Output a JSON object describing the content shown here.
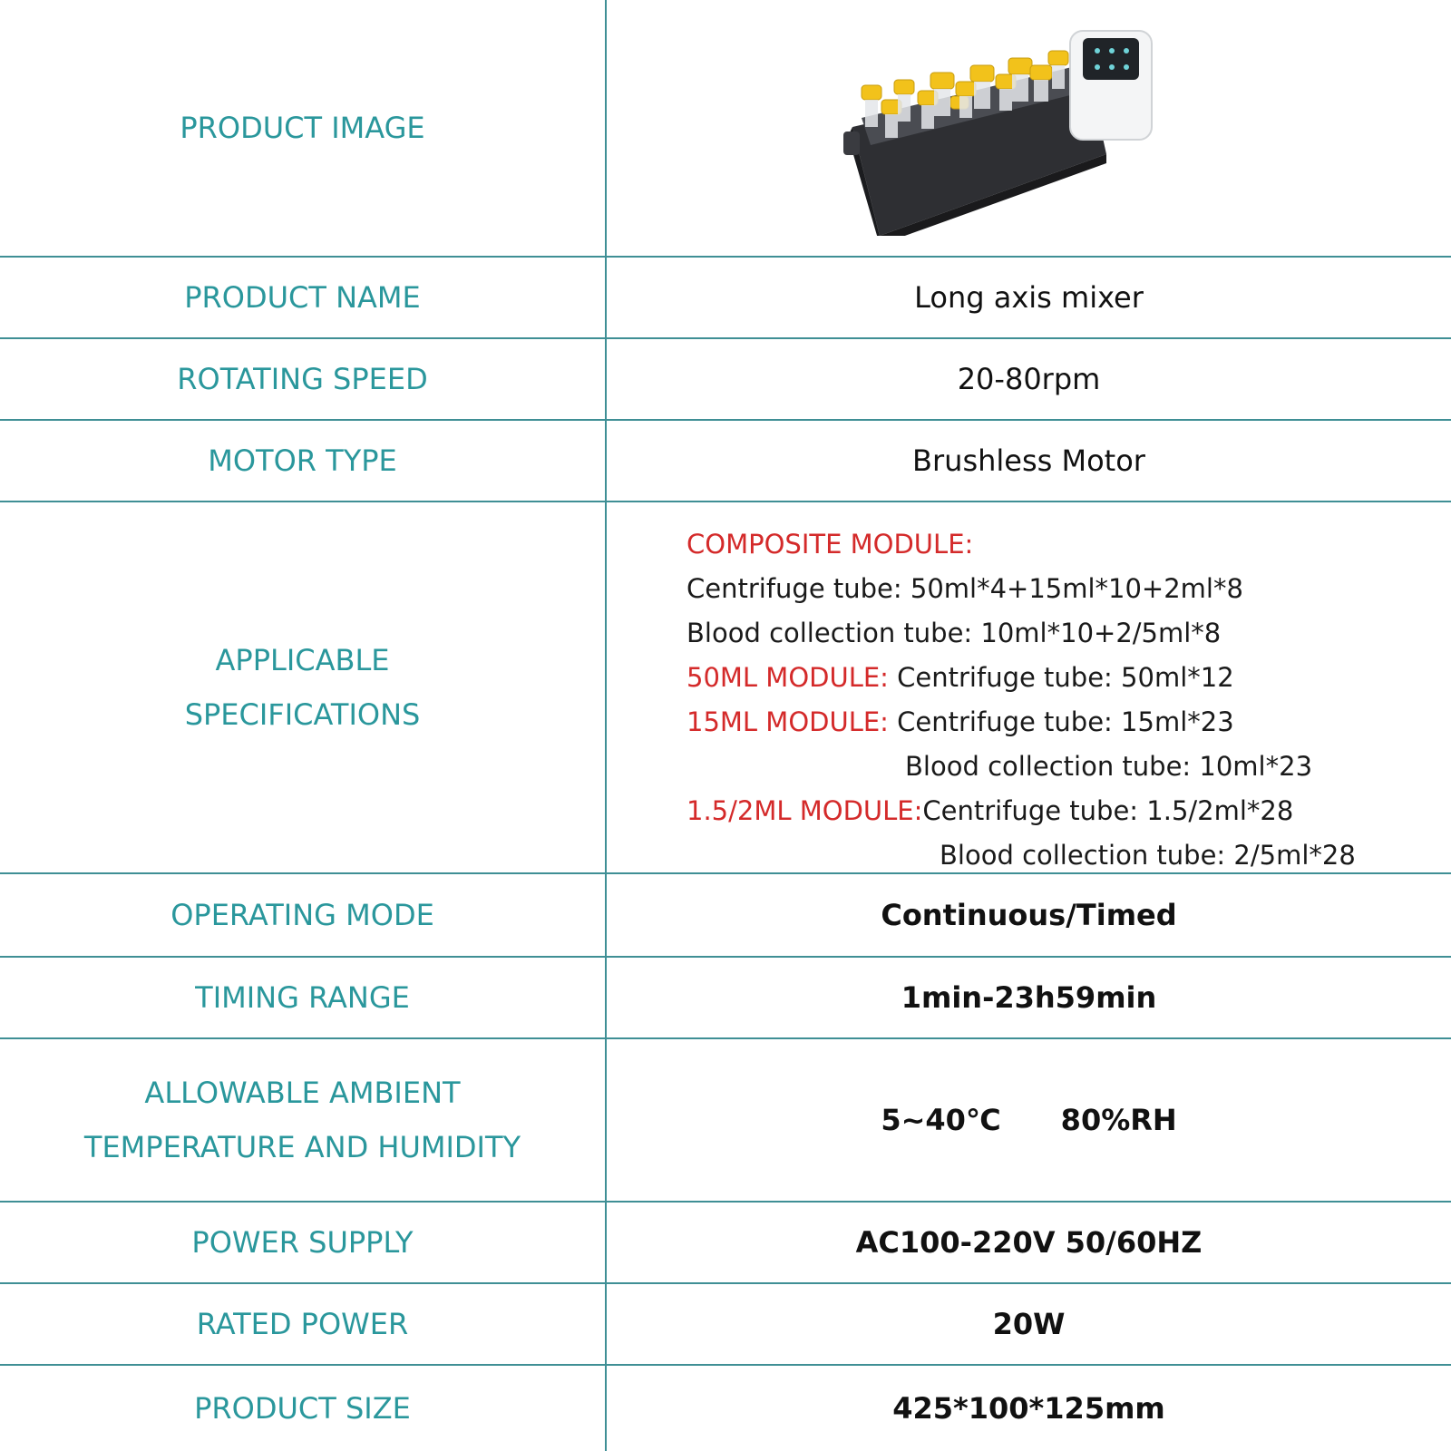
{
  "rows": {
    "image": {
      "label": "PRODUCT IMAGE"
    },
    "name": {
      "label": "PRODUCT NAME",
      "value": "Long axis mixer"
    },
    "speed": {
      "label": "ROTATING SPEED",
      "value": "20-80rpm"
    },
    "motor": {
      "label": "MOTOR TYPE",
      "value": "Brushless Motor"
    },
    "specs": {
      "label_line1": "APPLICABLE",
      "label_line2": "SPECIFICATIONS",
      "composite_title": "COMPOSITE MODULE:",
      "composite_line1": "Centrifuge tube: 50ml*4+15ml*10+2ml*8",
      "composite_line2": "Blood collection tube: 10ml*10+2/5ml*8",
      "m50_title": "50ML MODULE: ",
      "m50_line1": "Centrifuge tube: 50ml*12",
      "m15_title": "15ML MODULE: ",
      "m15_line1": "Centrifuge tube: 15ml*23",
      "m15_line2": "Blood collection tube: 10ml*23",
      "m2_title": "1.5/2ML MODULE:",
      "m2_line1": "Centrifuge tube: 1.5/2ml*28",
      "m2_line2": "Blood collection tube: 2/5ml*28"
    },
    "mode": {
      "label": "OPERATING MODE",
      "value": "Continuous/Timed"
    },
    "timing": {
      "label": "TIMING RANGE",
      "value": "1min-23h59min"
    },
    "ambient": {
      "label_line1": "ALLOWABLE AMBIENT",
      "label_line2": "TEMPERATURE AND HUMIDITY",
      "temp": "5~40℃",
      "humidity": "80%RH"
    },
    "power_supply": {
      "label": "POWER SUPPLY",
      "value": "AC100-220V 50/60HZ"
    },
    "rated_power": {
      "label": "RATED POWER",
      "value": "20W"
    },
    "size": {
      "label": "PRODUCT SIZE",
      "value": "425*100*125mm"
    }
  },
  "colors": {
    "label": "#2a979c",
    "line": "#3f8f95",
    "module": "#d42a2a",
    "value": "#111111"
  },
  "image_icon": "long-axis-mixer-product-photo"
}
